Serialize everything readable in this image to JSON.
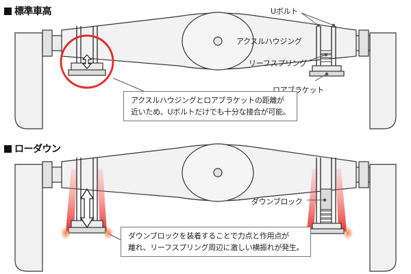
{
  "sections": {
    "standard": {
      "title": "標準車高",
      "labels": {
        "u_bolt": "Uボルト",
        "axle_housing": "アクスルハウジング",
        "leaf_spring": "リーフスプリング",
        "lower_bracket": "ロアブラケット"
      },
      "callout": {
        "line1": "アクスルハウジングとロアブラケットの距離が",
        "line2": "近いため、Uボルトだけでも十分な接合が可能。"
      }
    },
    "lowdown": {
      "title": "ローダウン",
      "labels": {
        "down_block": "ダウンブロック"
      },
      "callout": {
        "line1": "ダウンブロックを装着することで力点と作用点が",
        "line2": "離れ、リーフスプリング周辺に激しい横振れが発生。"
      }
    }
  },
  "colors": {
    "outline": "#333333",
    "fill_gray": "#e6e6e6",
    "fill_light": "#f4f4f4",
    "highlight_red": "#e0302a",
    "arrow_red": "#d9241f",
    "leader": "#555555"
  }
}
